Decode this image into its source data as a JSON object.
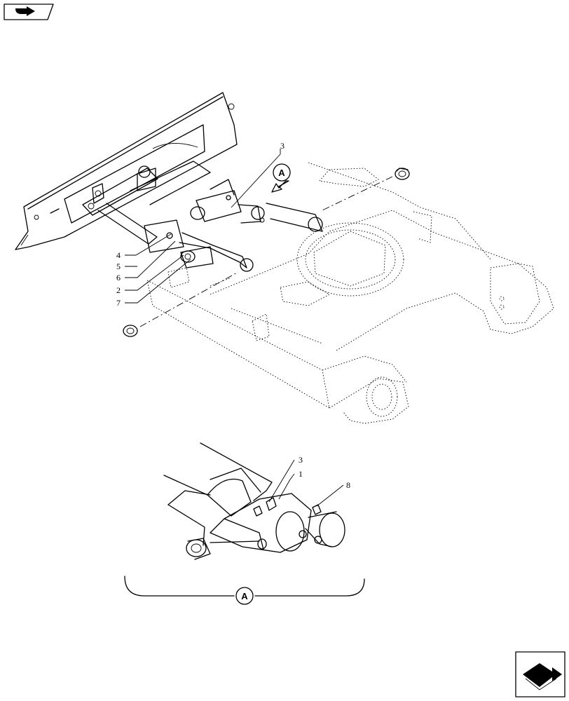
{
  "detail_view_label": "A",
  "main_callouts": [
    "4",
    "5",
    "6",
    "2",
    "7",
    "3"
  ],
  "detail_callouts": [
    "3",
    "1",
    "8"
  ],
  "icons": {
    "top_left": "book-arrow-icon",
    "bottom_right": "page-navigation-icon"
  }
}
